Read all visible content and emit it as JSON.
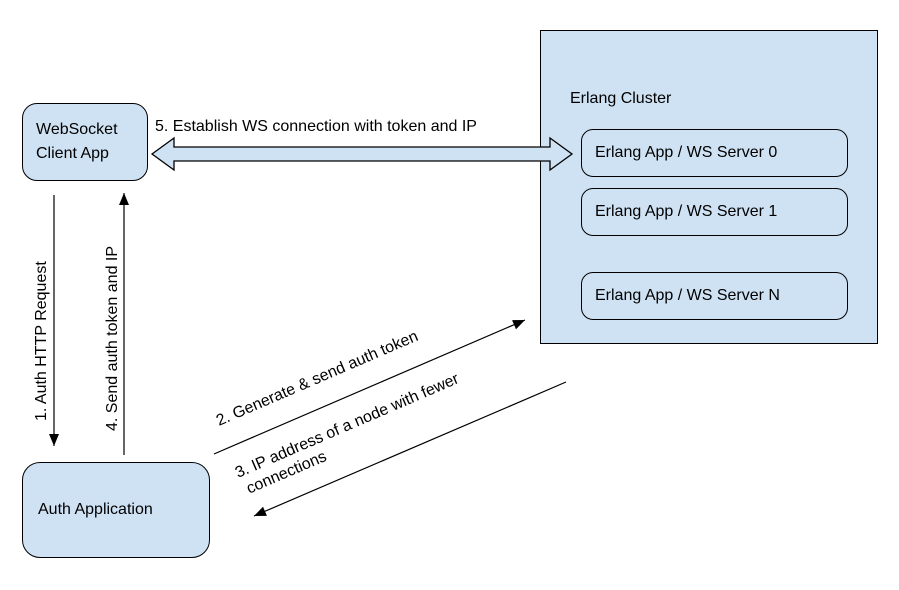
{
  "diagram": {
    "type": "architecture-flow",
    "colors": {
      "box_fill": "#cfe2f3",
      "border": "#000000",
      "text": "#000000",
      "background": "#ffffff",
      "block_arrow_fill": "#cfe2f3"
    },
    "nodes": {
      "websocket_client": {
        "label": "WebSocket Client App"
      },
      "auth_app": {
        "label": "Auth Application"
      },
      "cluster": {
        "title": "Erlang Cluster",
        "servers": [
          {
            "label": "Erlang App / WS Server 0"
          },
          {
            "label": "Erlang App / WS Server 1"
          },
          {
            "label": "Erlang App / WS Server N"
          }
        ]
      }
    },
    "arrows": {
      "auth_http_request": {
        "label": "1. Auth HTTP Request",
        "from": "websocket_client",
        "to": "auth_app",
        "direction": "down"
      },
      "generate_send_token": {
        "label": "2. Generate & send auth token",
        "from": "auth_app",
        "to": "cluster",
        "direction": "up-right"
      },
      "ip_address_node": {
        "label_line1": "3. IP address of a node with fewer",
        "label_line2": "connections",
        "from": "cluster",
        "to": "auth_app",
        "direction": "down-left"
      },
      "send_token_ip": {
        "label": "4. Send auth token and IP",
        "from": "auth_app",
        "to": "websocket_client",
        "direction": "up"
      },
      "establish_ws": {
        "label": "5. Establish WS connection with token and IP",
        "from": "websocket_client",
        "to": "cluster",
        "direction": "bidirectional"
      }
    }
  }
}
